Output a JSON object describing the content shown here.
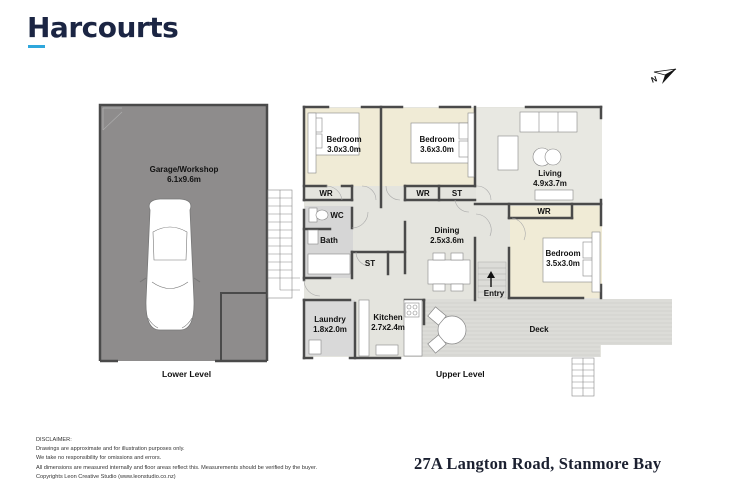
{
  "brand": {
    "name": "Harcourts",
    "text_color": "#1b2543",
    "accent_color": "#2fa7dc"
  },
  "compass": {
    "icon": "north-arrow-icon",
    "label": "N"
  },
  "colors": {
    "garage_fill": "#8e8c8c",
    "bedroom_fill": "#f0ebd6",
    "living_fill": "#e6e6e0",
    "wet_area_fill": "#d9d9d9",
    "deck_fill": "#dcdcd8",
    "wall": "#4a4a4a"
  },
  "levels": {
    "lower": {
      "label": "Lower Level",
      "rooms": [
        {
          "name": "Garage/Workshop",
          "size": "6.1x9.6m"
        }
      ]
    },
    "upper": {
      "label": "Upper Level",
      "rooms": [
        {
          "name": "Bedroom",
          "size": "3.0x3.0m"
        },
        {
          "name": "Bedroom",
          "size": "3.6x3.0m"
        },
        {
          "name": "Living",
          "size": "4.9x3.7m"
        },
        {
          "name": "Bedroom",
          "size": "3.5x3.0m"
        },
        {
          "name": "Dining",
          "size": "2.5x3.6m"
        },
        {
          "name": "Kitchen",
          "size": "2.7x2.4m"
        },
        {
          "name": "Laundry",
          "size": "1.8x2.0m"
        },
        {
          "name": "Deck",
          "size": ""
        },
        {
          "name": "Entry",
          "size": ""
        }
      ],
      "small_labels": [
        "WR",
        "WR",
        "ST",
        "WR",
        "WC",
        "Bath",
        "ST"
      ]
    }
  },
  "disclaimer": {
    "title": "DISCLAIMER:",
    "lines": [
      "Drawings are approximate and for illustration purposes only.",
      "We take no responsibility for omissions and errors.",
      "All dimensions are measured internally and floor areas reflect this. Measurements should be verified by the buyer.",
      "Copyrights Leon Creative Studio (www.leonstudio.co.nz)"
    ]
  },
  "address": "27A Langton Road, Stanmore Bay"
}
